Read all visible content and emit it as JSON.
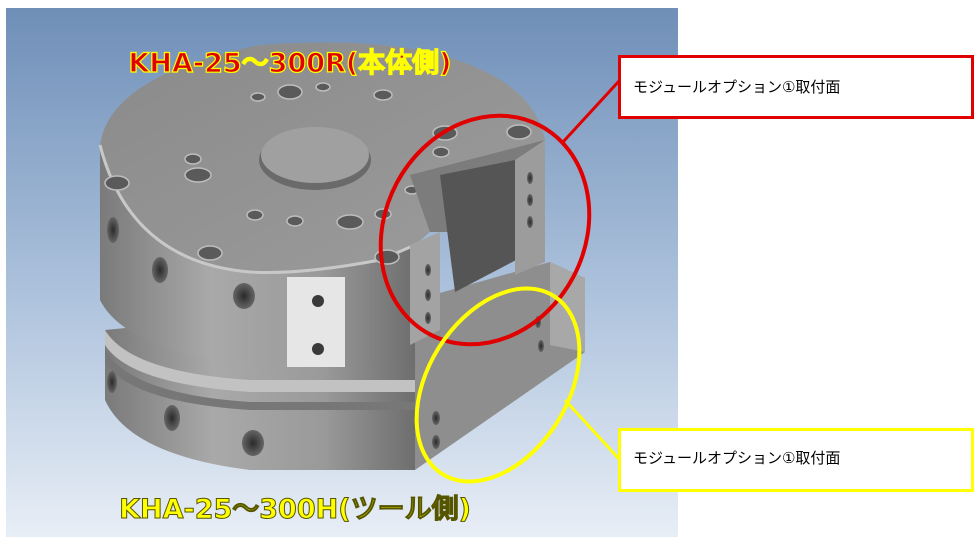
{
  "title_top": "KHA-25～300R(本体側)",
  "title_bottom": "KHA-25～300H(ツール側)",
  "callouts": [
    {
      "text": "モジュールオプション①取付面",
      "color": "#e00000"
    },
    {
      "text": "モジュールオプション①取付面",
      "color": "#ffff00"
    }
  ]
}
